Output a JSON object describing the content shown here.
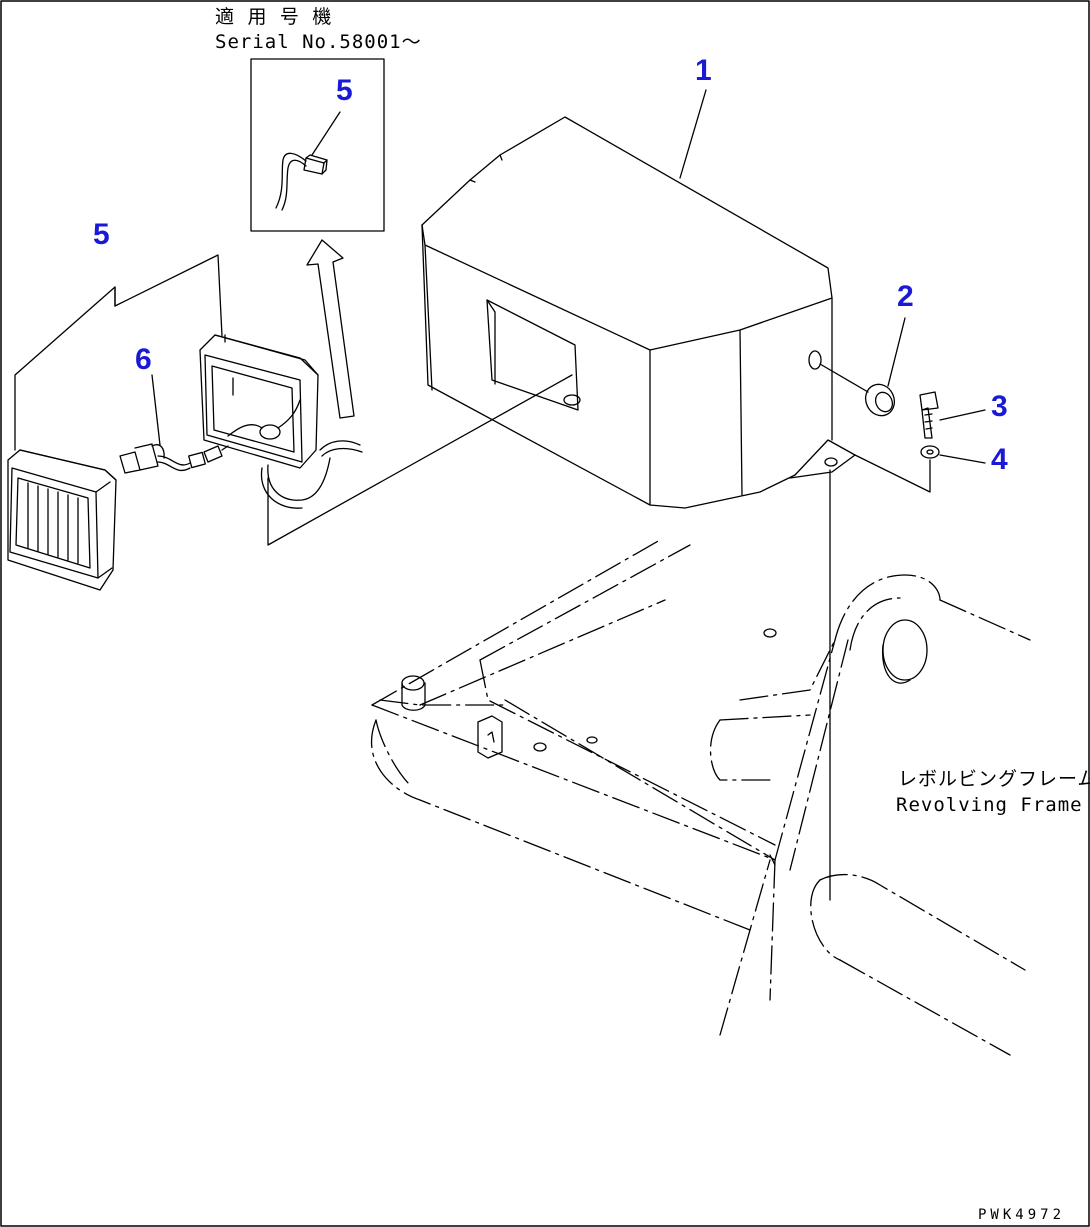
{
  "serial_note": {
    "line1": "適 用 号 機",
    "line2": "Serial No.58001～"
  },
  "callouts": {
    "part_1": "1",
    "part_2": "2",
    "part_3": "3",
    "part_4": "4",
    "part_5_inset": "5",
    "part_5_main": "5",
    "part_6": "6"
  },
  "frame_label": {
    "japanese": "レボルビングフレーム",
    "english": "Revolving Frame"
  },
  "drawing_code": "PWK4972",
  "colors": {
    "callout": "#1a1ad6",
    "line": "#000000",
    "background": "#ffffff"
  }
}
